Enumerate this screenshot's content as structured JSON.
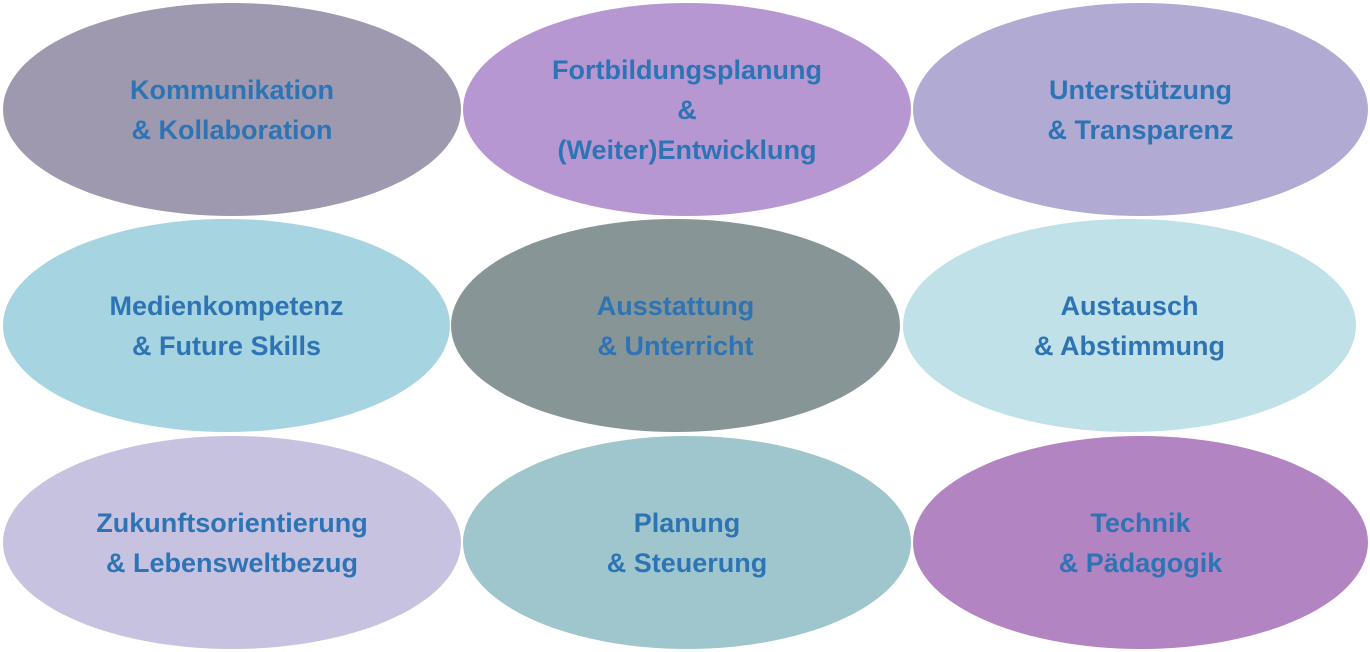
{
  "diagram": {
    "items": [
      {
        "lines": [
          "Kommunikation",
          "& Kollaboration"
        ],
        "color": "#9f99b0"
      },
      {
        "lines": [
          "Fortbildungsplanung",
          "&",
          "(Weiter)Entwicklung"
        ],
        "color": "#b797d2"
      },
      {
        "lines": [
          "Unterstützung",
          "& Transparenz"
        ],
        "color": "#b1abd4"
      },
      {
        "lines": [
          "Medienkompetenz",
          "& Future Skills"
        ],
        "color": "#a6d4e0"
      },
      {
        "lines": [
          "Ausstattung",
          "& Unterricht"
        ],
        "color": "#889597"
      },
      {
        "lines": [
          "Austausch",
          "& Abstimmung"
        ],
        "color": "#c0e1e8"
      },
      {
        "lines": [
          "Zukunftsorientierung",
          "& Lebensweltbezug"
        ],
        "color": "#c6c2e0"
      },
      {
        "lines": [
          "Planung",
          "& Steuerung"
        ],
        "color": "#9fc6cd"
      },
      {
        "lines": [
          "Technik",
          "& Pädagogik"
        ],
        "color": "#b284c1"
      }
    ],
    "text_color": "#2e74b5"
  }
}
